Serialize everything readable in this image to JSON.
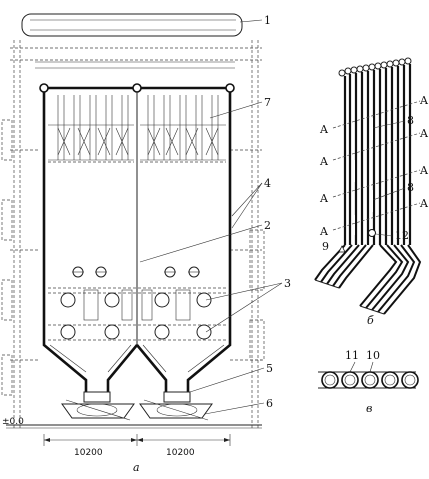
{
  "figure": {
    "panel_a": {
      "caption": "а",
      "dim_left": "10200",
      "dim_right": "10200",
      "elevation": "±0.0",
      "callouts": [
        "1",
        "7",
        "4",
        "2",
        "3",
        "5",
        "6"
      ]
    },
    "panel_b": {
      "caption": "б",
      "section_labels": [
        "A",
        "A",
        "A",
        "A",
        "A",
        "A",
        "A",
        "A"
      ],
      "callouts": [
        "8",
        "8",
        "9",
        "12"
      ]
    },
    "panel_v": {
      "caption": "в",
      "callouts": [
        "11",
        "10"
      ]
    }
  }
}
